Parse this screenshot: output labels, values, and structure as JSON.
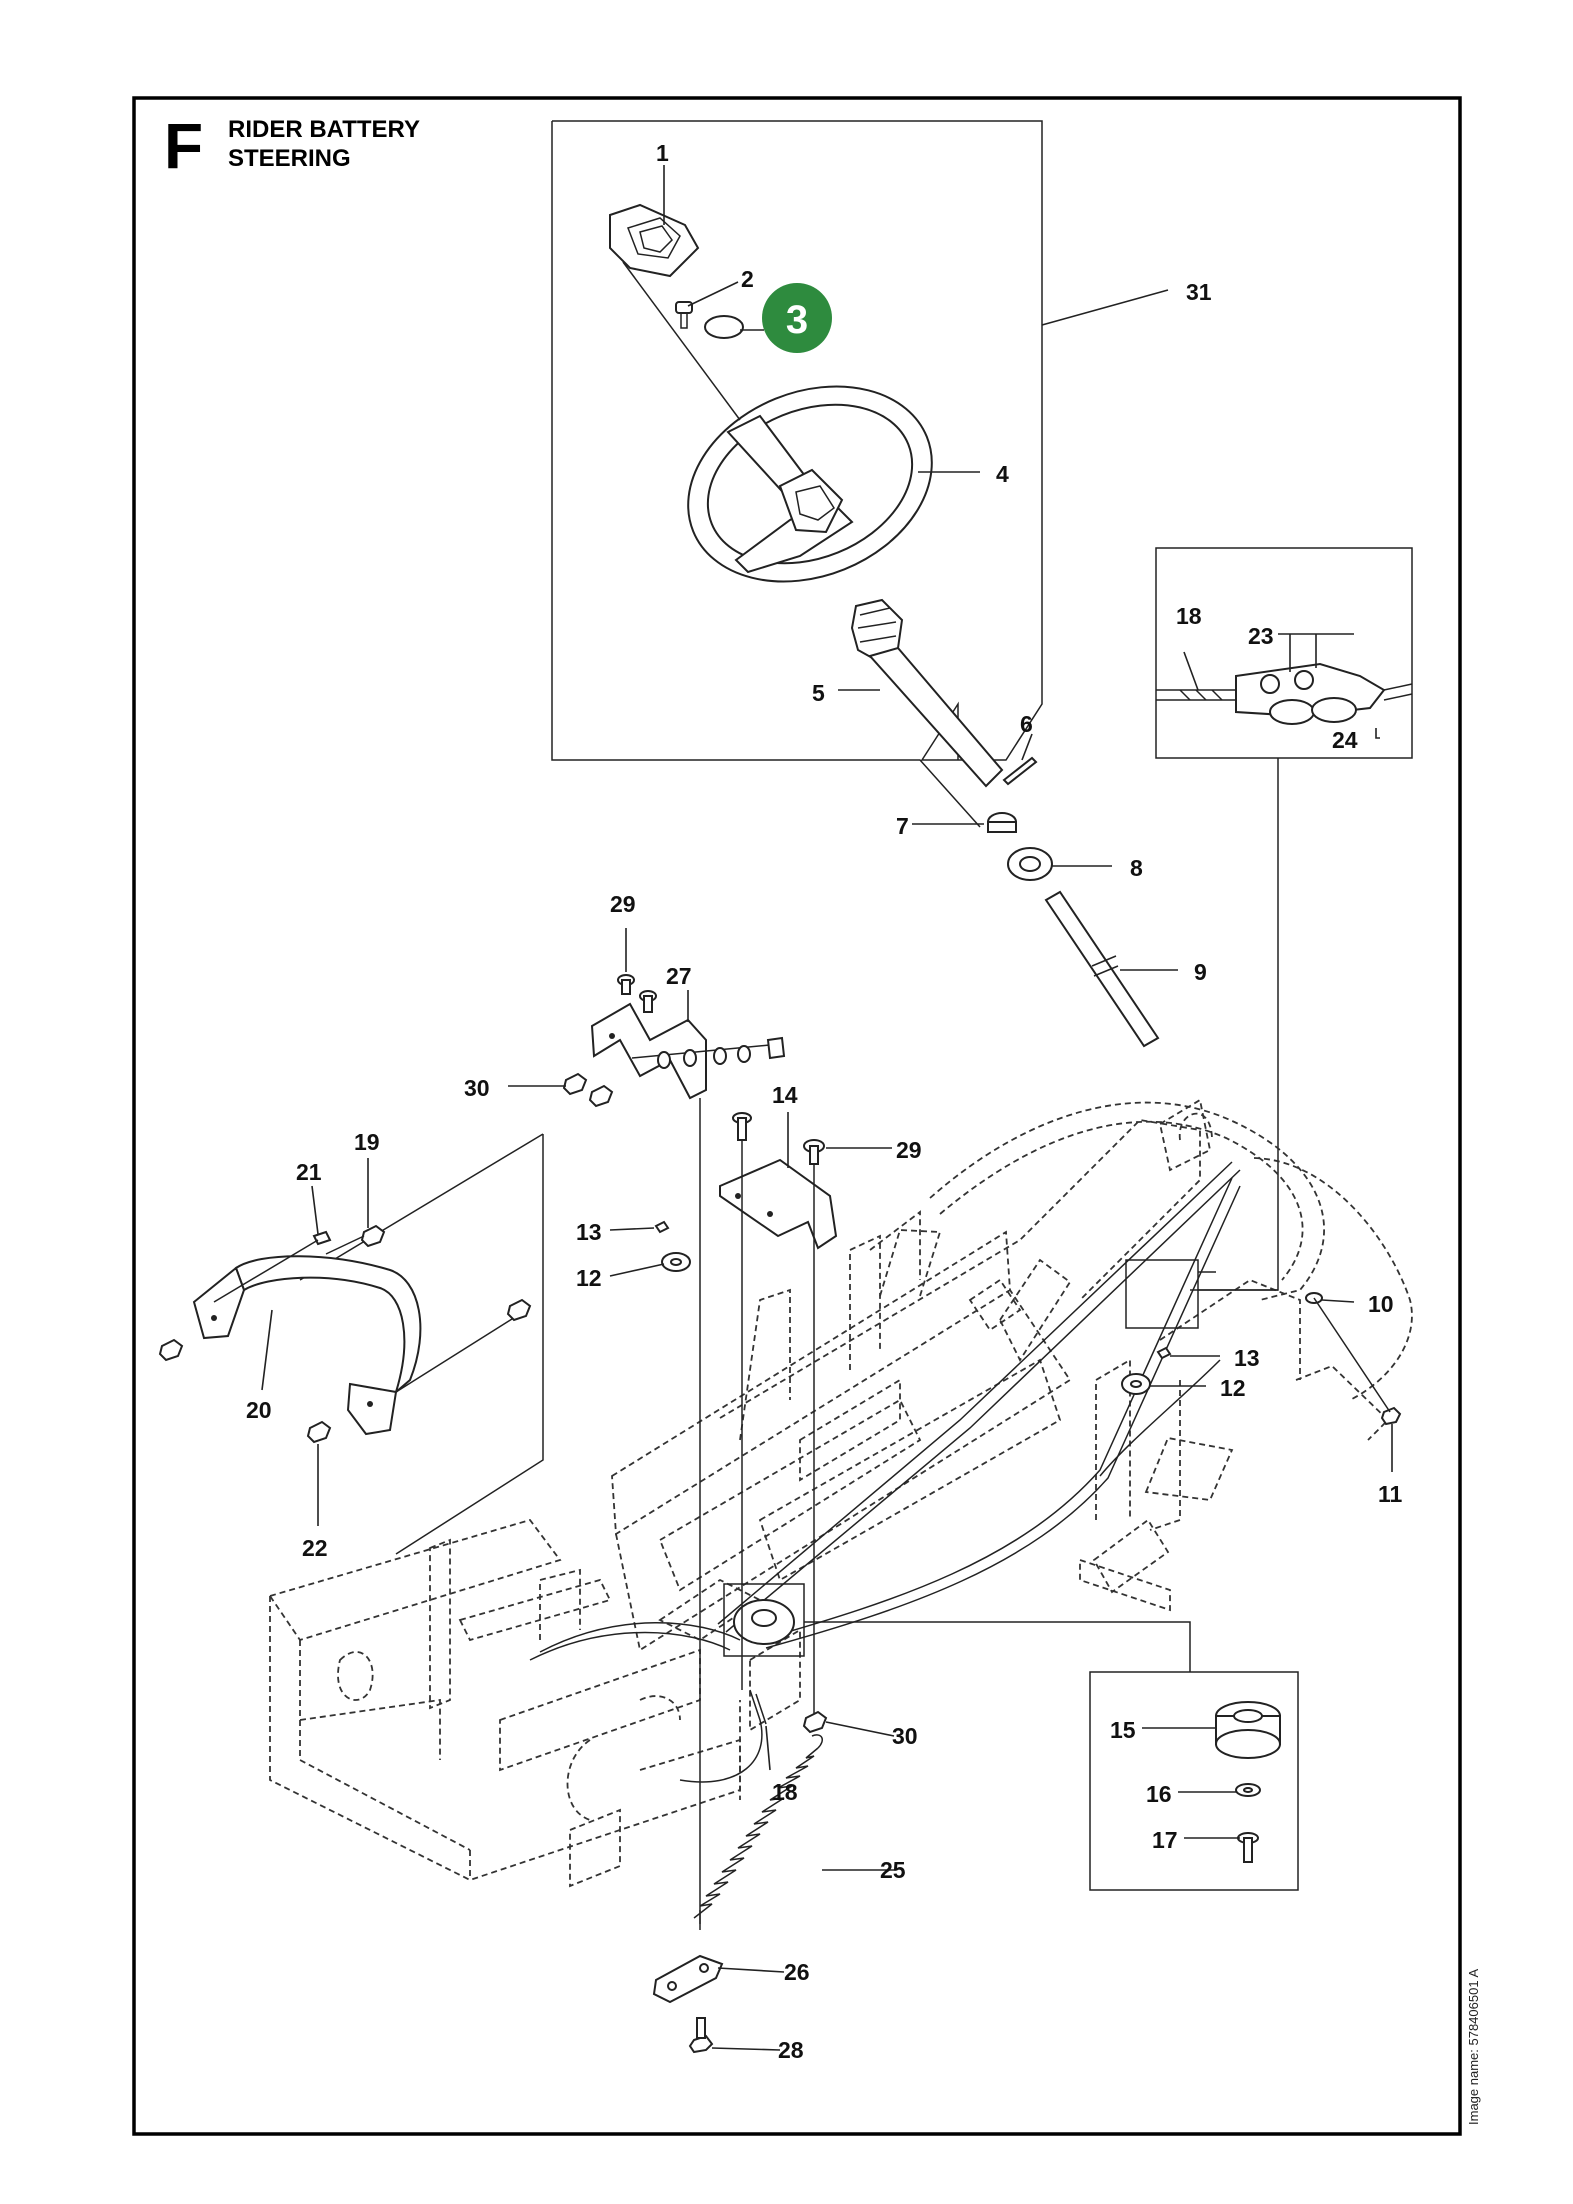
{
  "section": {
    "letter": "F",
    "title_line1": "RIDER BATTERY",
    "title_line2": "STEERING"
  },
  "highlight": {
    "label": "3",
    "color": "#2e8b3e"
  },
  "image_name": "Image name: 578406501 A",
  "callouts": [
    "1",
    "2",
    "4",
    "5",
    "6",
    "7",
    "8",
    "9",
    "10",
    "11",
    "12",
    "12",
    "13",
    "13",
    "14",
    "15",
    "16",
    "17",
    "18",
    "18",
    "19",
    "20",
    "21",
    "22",
    "23",
    "24",
    "25",
    "26",
    "27",
    "28",
    "29",
    "29",
    "30",
    "30",
    "31"
  ]
}
